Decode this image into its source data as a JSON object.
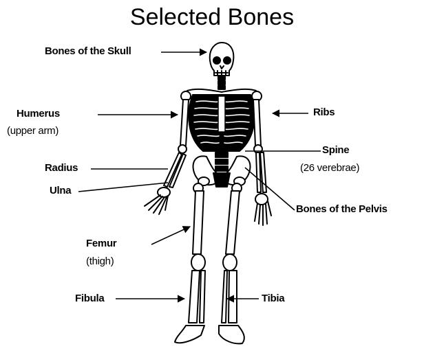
{
  "title": "Selected Bones",
  "labels": {
    "skull": "Bones of the Skull",
    "humerus": "Humerus",
    "humerus_note": "(upper arm)",
    "ribs": "Ribs",
    "spine": "Spine",
    "spine_note": "(26 verebrae)",
    "radius": "Radius",
    "ulna": "Ulna",
    "pelvis": "Bones of the Pelvis",
    "femur": "Femur",
    "femur_note": "(thigh)",
    "fibula": "Fibula",
    "tibia": "Tibia"
  },
  "colors": {
    "ink": "#000000",
    "background": "#ffffff"
  }
}
